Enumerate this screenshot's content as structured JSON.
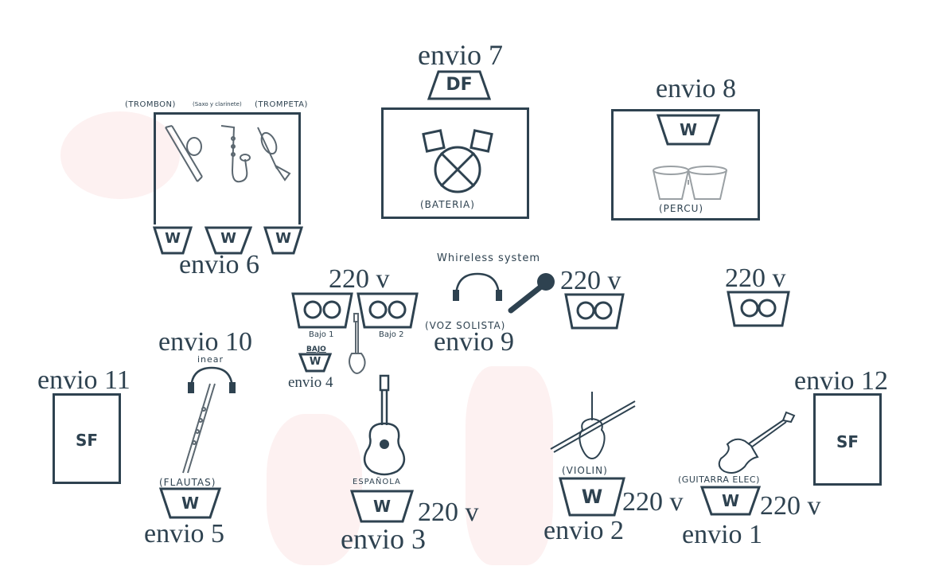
{
  "colors": {
    "ink": "#2e4250",
    "instrument": "#5b6770",
    "blush": "#fdf1f1"
  },
  "labels": {
    "envio7": "envio 7",
    "envio8": "envio 8",
    "envio6": "envio 6",
    "envio9": "envio 9",
    "envio10": "envio 10",
    "envio11": "envio 11",
    "envio12": "envio 12",
    "envio5": "envio 5",
    "envio4": "envio 4",
    "envio3": "envio 3",
    "envio2": "envio 2",
    "envio1": "envio 1",
    "v220": "220 v",
    "wireless": "Whireless system",
    "inear": "inear",
    "trombon": "(TROMBON)",
    "saxo": "(Saxo y clarinete)",
    "trompeta": "(TROMPETA)",
    "bateria": "(BATERIA)",
    "percu": "(PERCU)",
    "voz": "(VOZ SOLISTA)",
    "bajo1": "Bajo 1",
    "bajo2": "Bajo 2",
    "bajo": "BAJO",
    "flautas": "(FLAUTAS)",
    "espanola": "ESPAÑOLA",
    "violin": "(VIOLIN)",
    "guitarra": "(GUITARRA ELEC)",
    "df": "DF",
    "w": "W",
    "sf": "SF"
  }
}
